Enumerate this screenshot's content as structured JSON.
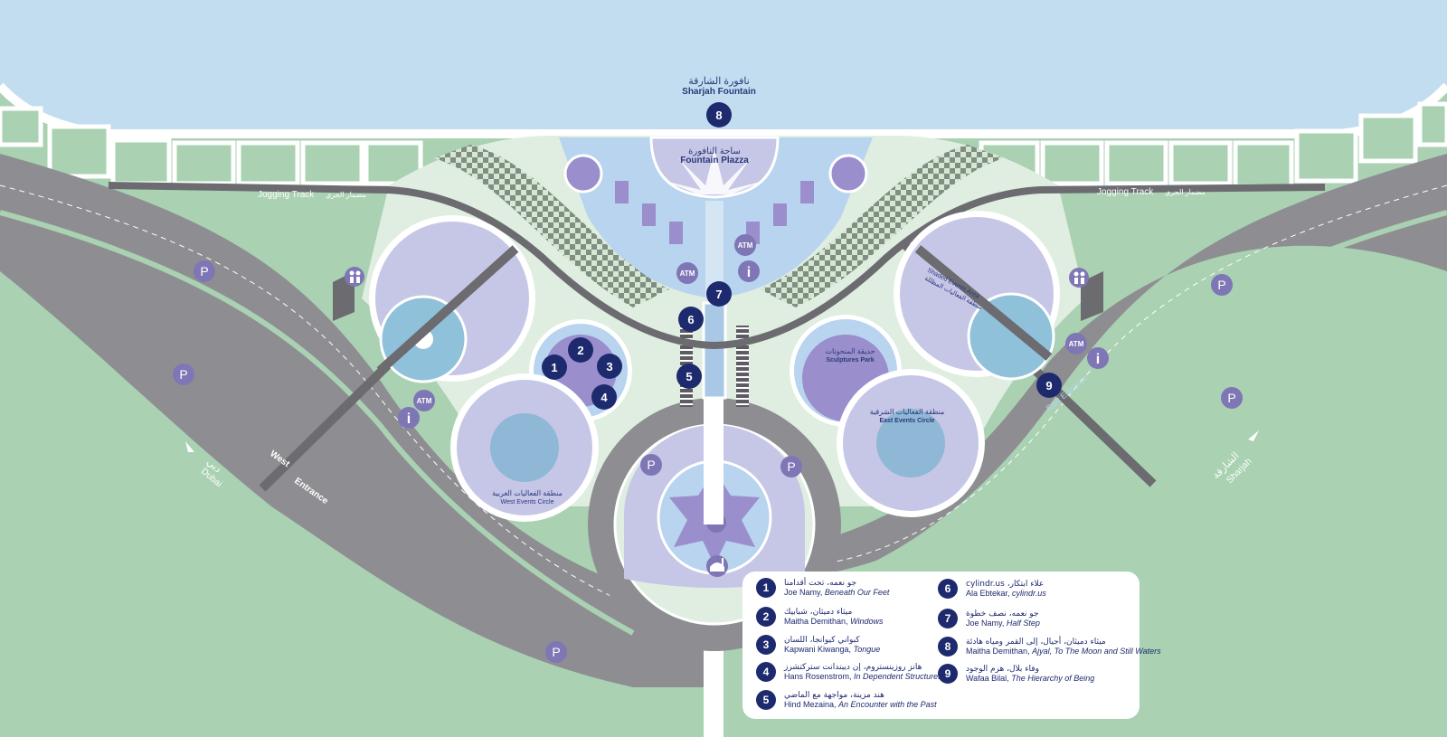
{
  "map": {
    "top_label_ar": "نافورة الشارقة",
    "top_label_en": "Sharjah Fountain",
    "plaza_ar": "ساحة النافورة",
    "plaza_en": "Fountain Plazza",
    "jogging_en": "Jogging Track",
    "jogging_ar": "مضمار الجري",
    "shaded_en": "Shaded Events Area",
    "shaded_ar": "منطقة الفعاليات المظللة",
    "sculptures_ar": "حديقة المنحوتات",
    "sculptures_en": "Sculptures Park",
    "east_circle_ar": "منطقة الفعاليات الشرقية",
    "east_circle_en": "East Events Circle",
    "west_circle_ar": "منطقة الفعاليات الغربية",
    "west_circle_en": "West Events Circle",
    "west_entrance_1": "West",
    "west_entrance_2": "Entrance",
    "east_entrance": "East Entrance",
    "dubai_ar": "دبي",
    "dubai_en": "Dubai",
    "sharjah_ar": "الشارقة",
    "sharjah_en": "Sharjah",
    "parking_symbol": "P",
    "atm_label": "ATM",
    "info_symbol": "i"
  },
  "markers": [
    "1",
    "2",
    "3",
    "4",
    "5",
    "6",
    "7",
    "8",
    "9"
  ],
  "legend": [
    {
      "num": "1",
      "ar": "جو نعمه، تحت أقدامنا",
      "artist": "Joe Namy,",
      "work": "Beneath Our Feet"
    },
    {
      "num": "2",
      "ar": "ميثاء دميثان، شبابيك",
      "artist": "Maitha Demithan,",
      "work": "Windows"
    },
    {
      "num": "3",
      "ar": "كبواني كيوانجا، اللسان",
      "artist": "Kapwani Kiwanga,",
      "work": "Tongue"
    },
    {
      "num": "4",
      "ar": "هانز روزينستروم، إن ديبندانت ستركتشرز",
      "artist": "Hans Rosenstrom,",
      "work": "In Dependent Structures"
    },
    {
      "num": "5",
      "ar": "هند مزينة، مواجهة مع الماضي",
      "artist": "Hind Mezaina,",
      "work": "An Encounter with the Past"
    },
    {
      "num": "6",
      "ar": "علاء ابتكار، cylindr.us",
      "artist": "Ala Ebtekar,",
      "work": "cylindr.us"
    },
    {
      "num": "7",
      "ar": "جو نعمه، نصف خطوة",
      "artist": "Joe Namy,",
      "work": "Half Step"
    },
    {
      "num": "8",
      "ar": "ميثاء دميثان، أجيال، إلى القمر ومياه هادئة",
      "artist": "Maitha Demithan,",
      "work": "Ajyal, To The Moon and Still Waters"
    },
    {
      "num": "9",
      "ar": "وفاء بلال، هرم الوجود",
      "artist": "Wafaa Bilal,",
      "work": "The Hierarchy of Being"
    }
  ],
  "colors": {
    "water": "#c3ddf0",
    "grass": "#a9d1b2",
    "road": "#8e8e92",
    "path": "#6b6b70",
    "circle": "#c6c6e6",
    "marker": "#1e2a6e",
    "facility": "#7f76b5"
  }
}
